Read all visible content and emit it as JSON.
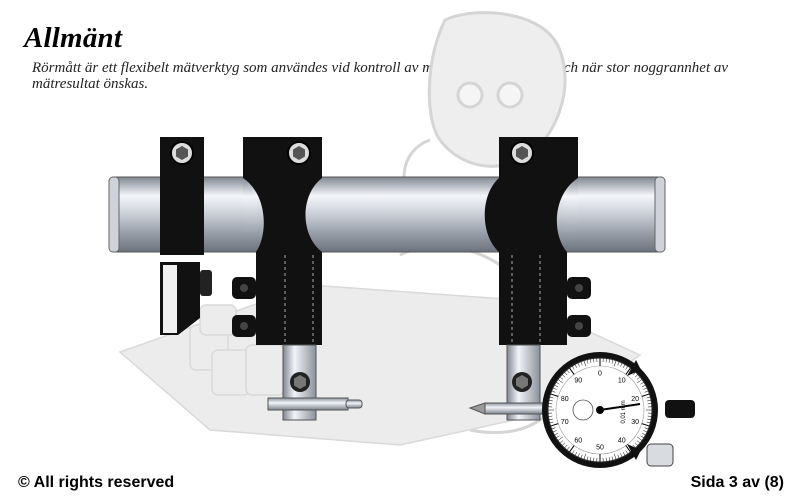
{
  "page": {
    "title": "Allmänt",
    "intro": "Rörmått är ett flexibelt mätverktyg som användes vid kontroll av mått på stora detaljer och när stor noggrannhet av mätresultat önskas."
  },
  "footer": {
    "copyright": "© All rights reserved",
    "page_indicator": "Sida 3 av (8)"
  },
  "dial": {
    "numbers": [
      "0",
      "10",
      "20",
      "30",
      "40",
      "50",
      "60",
      "70",
      "80",
      "90"
    ],
    "unit_label": "0,01 mm"
  },
  "colors": {
    "block": "#111111",
    "tube_light": "#f2f4f8",
    "tube_dark": "#8b929c",
    "watermark": "#d9d9d9"
  }
}
